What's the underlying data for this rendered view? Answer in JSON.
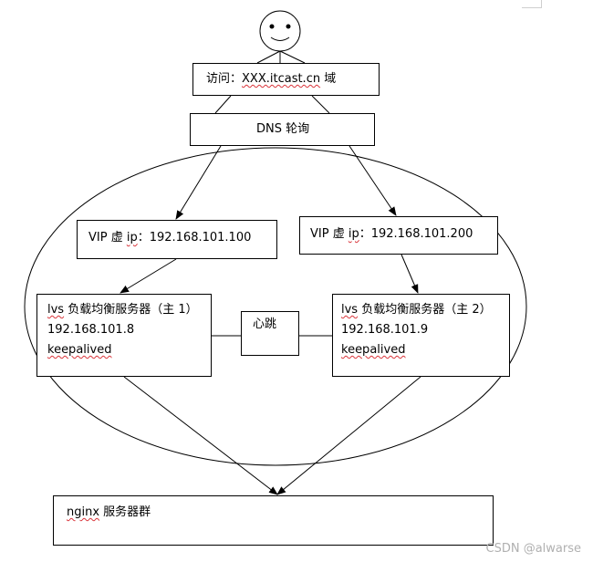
{
  "access": {
    "prefix": "访问：",
    "domain": "XXX.itcast.cn",
    "suffix": " 域"
  },
  "dns": {
    "label": "DNS 轮询"
  },
  "vip1": {
    "prefix": "VIP 虚 ",
    "ip_word": "ip",
    "suffix": "：192.168.101.100"
  },
  "vip2": {
    "prefix": "VIP 虚 ",
    "ip_word": "ip",
    "suffix": "：192.168.101.200"
  },
  "lvs1": {
    "name_prefix": "lvs",
    "name_rest": " 负载均衡服务器（主 1）",
    "ip": "192.168.101.8",
    "software": "keepalived"
  },
  "lvs2": {
    "name_prefix": "lvs",
    "name_rest": " 负载均衡服务器（主 2）",
    "ip": "192.168.101.9",
    "software": "keepalived"
  },
  "heartbeat": {
    "label": "心跳"
  },
  "nginx": {
    "prefix": "nginx",
    "suffix": " 服务器群"
  },
  "watermark": "CSDN @alwarse",
  "colors": {
    "lines": "#000000",
    "spellcheck_underline": "#d9343a",
    "watermark": "#b0b0b0"
  },
  "icons": {
    "user": "smiley-face-stick-figure-icon"
  }
}
